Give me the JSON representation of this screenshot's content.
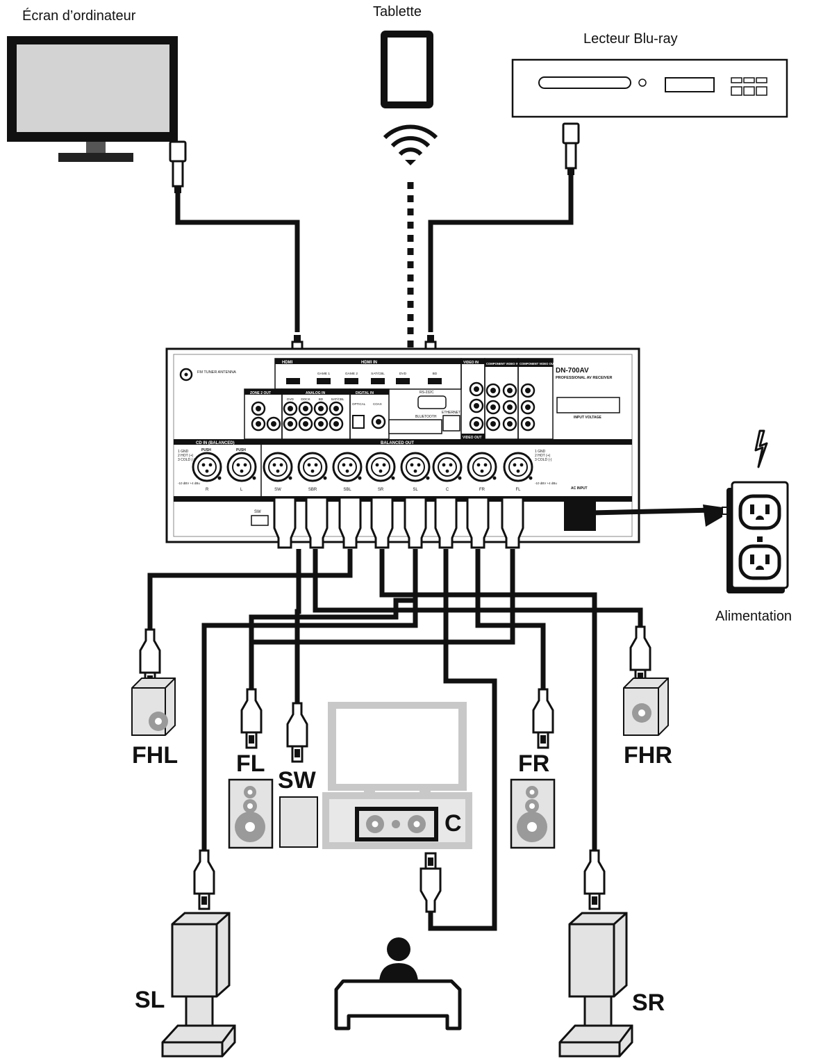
{
  "devices": {
    "monitor": "Écran d’ordinateur",
    "tablet": "Tablette",
    "bluray": "Lecteur Blu-ray",
    "power": "Alimentation"
  },
  "receiver": {
    "model": "DN-700AV",
    "subtitle": "PROFESSIONAL AV RECEIVER",
    "fm_antenna": "FM TUNER ANTENNA",
    "hdmi_out": "HDMI",
    "hdmi_in": "HDMI IN",
    "hdmi_inputs": [
      "GAME 1",
      "GAME 2",
      "SAT/CBL",
      "DVD",
      "BD"
    ],
    "video_in": "VIDEO IN",
    "component_in": "COMPONENT VIDEO IN",
    "component_out": "COMPONENT VIDEO OUT",
    "video_out": "VIDEO OUT",
    "zone2_out": "ZONE 2 OUT",
    "analog_in": "ANALOG IN",
    "analog_inputs": [
      "DVD",
      "DOCK",
      "BD",
      "SAT/CBL"
    ],
    "digital_in": "DIGITAL IN",
    "digital_inputs": [
      "OPTICAL",
      "COAX"
    ],
    "rs232c": "RS-232C",
    "ethernet": "ETHERNET",
    "bluetooth": "BLUETOOTH",
    "input_voltage": "INPUT VOLTAGE",
    "cd_in": "CD IN (BALANCED)",
    "balanced_out": "BALANCED OUT",
    "push": "PUSH",
    "pin_legend": [
      "1 GND",
      "2 HOT (+)",
      "3 COLD (-)"
    ],
    "level_legend": "-10 dBV   +4 dBu",
    "cd_channels": [
      "R",
      "L"
    ],
    "balanced_channels": [
      "SW",
      "SBR",
      "SBL",
      "SR",
      "SL",
      "C",
      "FR",
      "FL"
    ],
    "ac_input": "AC INPUT",
    "sw_terminal": "SW"
  },
  "speakers": {
    "FHL": "FHL",
    "FL": "FL",
    "SW": "SW",
    "C": "C",
    "FR": "FR",
    "FHR": "FHR",
    "SL": "SL",
    "SR": "SR"
  },
  "colors": {
    "line": "#111111",
    "speaker_fill": "#e3e3e3",
    "speaker_dark": "#9a9a9a",
    "tv_frame": "#c8c8c8"
  }
}
